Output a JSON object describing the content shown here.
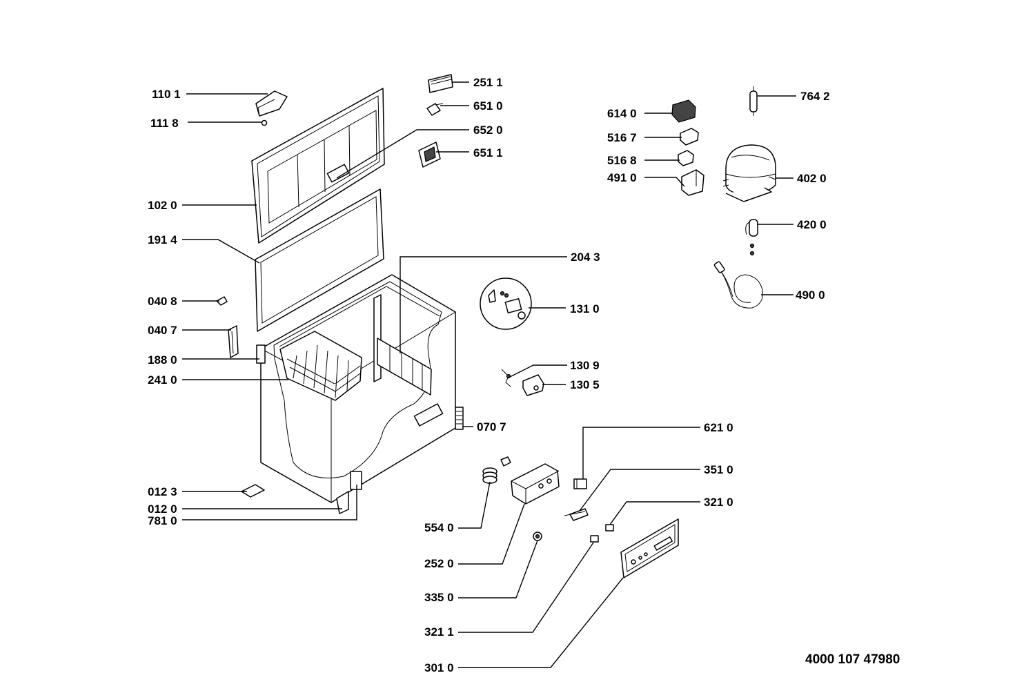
{
  "labels": {
    "l1101": "110 1",
    "l1118": "111 8",
    "l1020": "102 0",
    "l1914": "191 4",
    "l0408": "040 8",
    "l0407": "040 7",
    "l1880": "188 0",
    "l2410": "241 0",
    "l0123": "012 3",
    "l0120": "012 0",
    "l7810": "781 0",
    "l2511": "251 1",
    "l6510": "651 0",
    "l6520": "652 0",
    "l6511": "651 1",
    "l2043": "204 3",
    "l1310": "131 0",
    "l1309": "130 9",
    "l1305": "130 5",
    "l0707": "070 7",
    "l5540": "554 0",
    "l2520": "252 0",
    "l3350": "335 0",
    "l3211": "321 1",
    "l3010": "301 0",
    "l6140": "614 0",
    "l5167": "516 7",
    "l5168": "516 8",
    "l4910": "491 0",
    "l7642": "764 2",
    "l4020": "402 0",
    "l4200": "420 0",
    "l4900": "490 0",
    "l6210": "621 0",
    "l3510": "351 0",
    "l3210": "321 0"
  },
  "document_number": "4000 107 47980"
}
